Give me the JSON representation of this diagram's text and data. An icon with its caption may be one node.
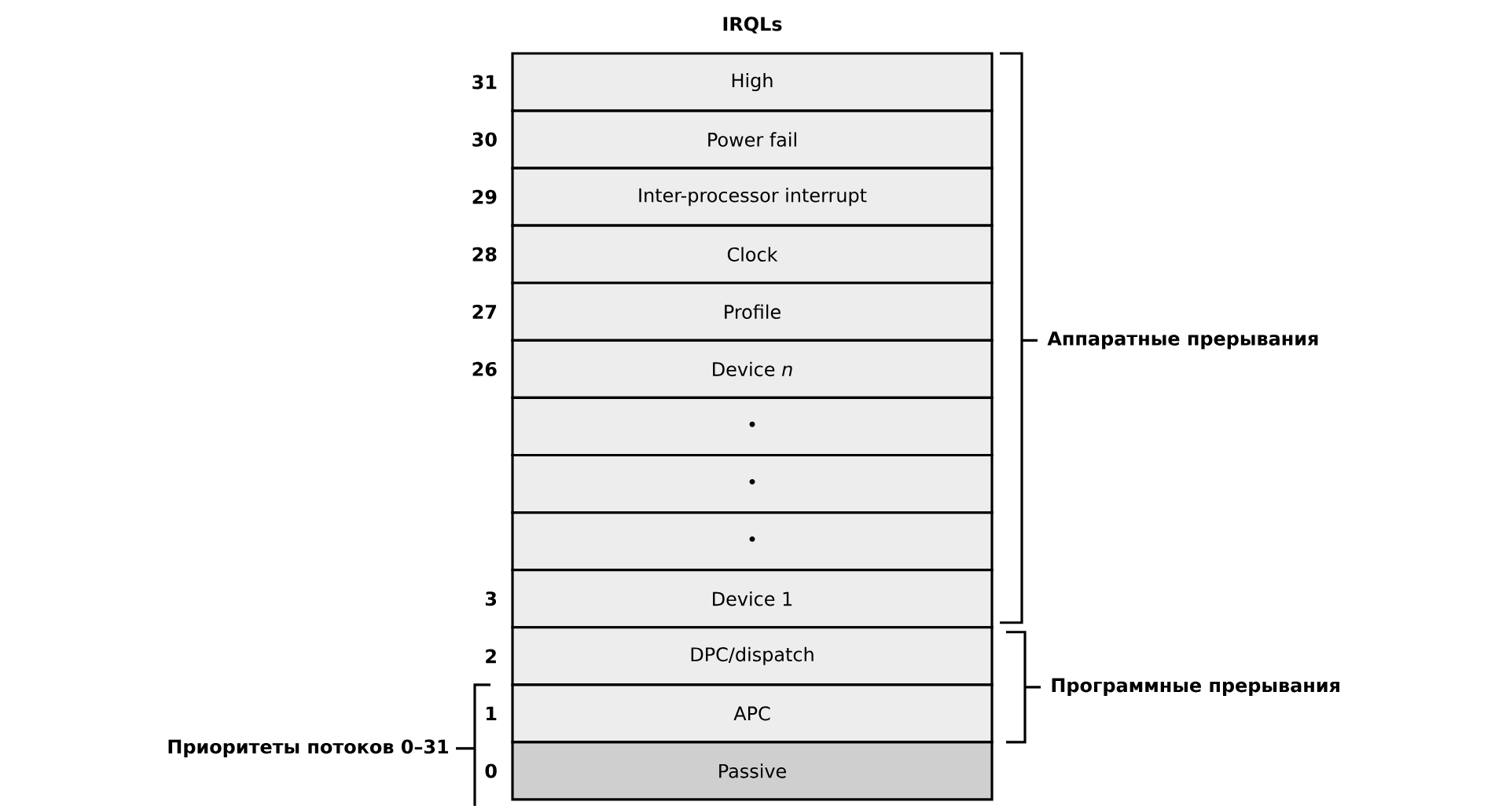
{
  "diagram": {
    "title": "IRQLs",
    "nodes": [
      {
        "text": [
          "High"
        ],
        "beside": [
          "31"
        ]
      },
      {
        "text": [
          "Power fail"
        ],
        "beside": [
          "30"
        ]
      },
      {
        "text": [
          "Inter-processor interrupt"
        ],
        "beside": [
          "29"
        ]
      },
      {
        "text": [
          "Clock"
        ],
        "beside": [
          "28"
        ]
      },
      {
        "text": [
          "Profile"
        ],
        "beside": [
          "27"
        ]
      },
      {
        "text": [
          "Device *n*"
        ],
        "beside": [
          "26"
        ]
      },
      {
        "text": [
          "•"
        ]
      },
      {
        "text": [
          "•"
        ]
      },
      {
        "text": [
          "•"
        ]
      },
      {
        "text": [
          "Device 1"
        ],
        "beside": [
          "3"
        ]
      },
      {
        "text": [
          "DPC/dispatch"
        ],
        "beside": [
          "2"
        ]
      },
      {
        "text": [
          "APC"
        ],
        "beside": [
          "1"
        ]
      },
      {
        "text": [
          "Passive"
        ],
        "beside": [
          "0"
        ]
      }
    ],
    "labels": [
      "Аппаратные прерывания",
      "Программные прерывания",
      "Приоритеты потоков 0–31"
    ]
  }
}
